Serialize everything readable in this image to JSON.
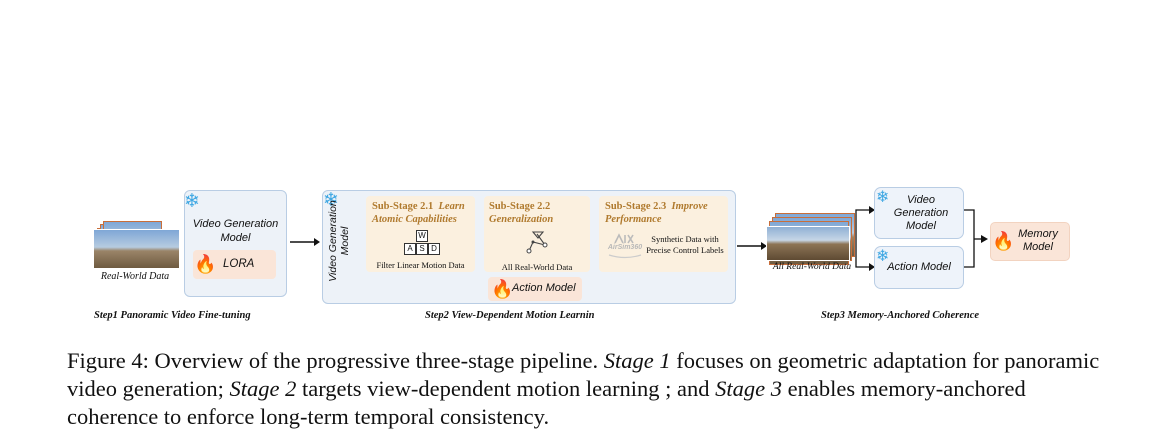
{
  "step1": {
    "input_label": "Real-World Data",
    "model_title": "Video Generation Model",
    "lora_label": "LORA",
    "step_label": "Step1  Panoramic Video Fine-tuning"
  },
  "step2": {
    "vertical_label": "Video Generation Model",
    "sub1": {
      "prefix": "Sub-Stage 2.1",
      "title": "Learn Atomic Capabilities",
      "keys": [
        "W",
        "A",
        "S",
        "D"
      ],
      "desc": "Filter Linear Motion Data"
    },
    "sub2": {
      "prefix": "Sub-Stage 2.2",
      "title": "Generalization",
      "desc": "All Real-World Data"
    },
    "sub3": {
      "prefix": "Sub-Stage 2.3",
      "title": "Improve Performance",
      "logo_text": "AirSim360",
      "desc": "Synthetic Data with Precise Control Labels"
    },
    "action_model": "Action Model",
    "step_label": "Step2  View-Dependent Motion Learnin"
  },
  "step3": {
    "input_label": "All Real-World Data",
    "video_model": "Video Generation Model",
    "action_model": "Action Model",
    "memory_model": "Memory Model",
    "step_label": "Step3  Memory-Anchored Coherence"
  },
  "caption": {
    "lead": "Figure 4: Overview of the progressive three-stage pipeline. ",
    "stage1": "Stage 1",
    "part1": " focuses on geometric adaptation for panoramic video generation; ",
    "stage2": "Stage 2",
    "part2": " targets view-dependent motion learning ; and ",
    "stage3": "Stage 3",
    "part3": " enables memory-anchored coherence to enforce long-term temporal consistency."
  },
  "colors": {
    "panel_bg": "#edf2f8",
    "panel_border": "#b9cde4",
    "substage_bg": "#fbf0df",
    "substage_title": "#b07a2e",
    "memory_bg": "#fae5d8",
    "snowflake": "#3ea7e3",
    "flame": "#f07a1a"
  },
  "icons": [
    "snowflake-icon",
    "fire-icon",
    "keyboard-wasd-icon",
    "path-icon",
    "airsim-logo"
  ]
}
